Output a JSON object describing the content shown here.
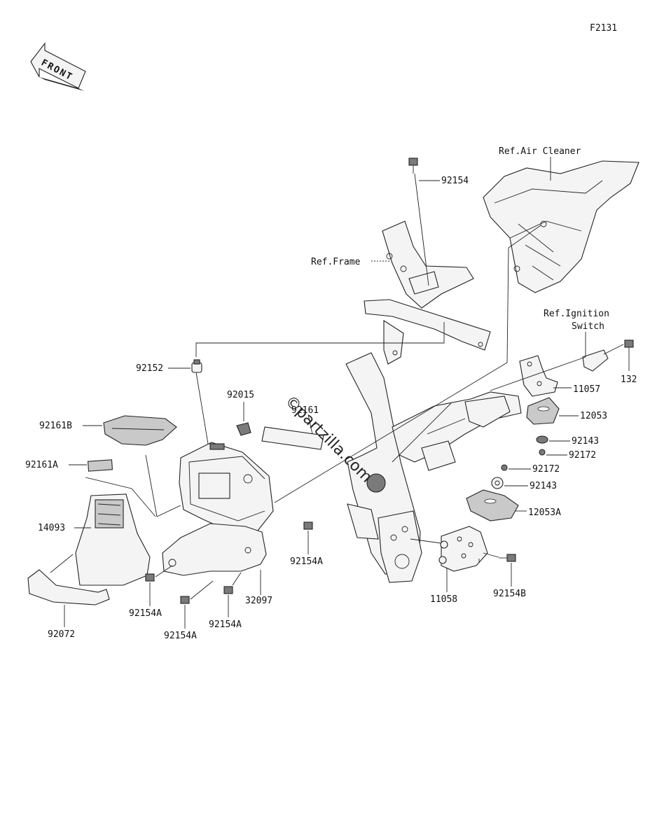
{
  "figure_code": "F2131",
  "front_label": "FRONT",
  "watermark": "©partzilla.com",
  "refs": {
    "air_cleaner": "Ref.Air Cleaner",
    "frame": "Ref.Frame",
    "ignition_line1": "Ref.Ignition",
    "ignition_line2": "Switch"
  },
  "callouts": {
    "p92154": "92154",
    "p92152": "92152",
    "p92015": "92015",
    "p92161": "92161",
    "p92161B": "92161B",
    "p92161A": "92161A",
    "p14093": "14093",
    "p92072": "92072",
    "p92154A_1": "92154A",
    "p92154A_2": "92154A",
    "p92154A_3": "92154A",
    "p92154A_4": "92154A",
    "p32097": "32097",
    "p11057": "11057",
    "p132": "132",
    "p12053": "12053",
    "p92143_1": "92143",
    "p92172_1": "92172",
    "p92172_2": "92172",
    "p92143_2": "92143",
    "p12053A": "12053A",
    "p11058": "11058",
    "p92154B": "92154B"
  }
}
